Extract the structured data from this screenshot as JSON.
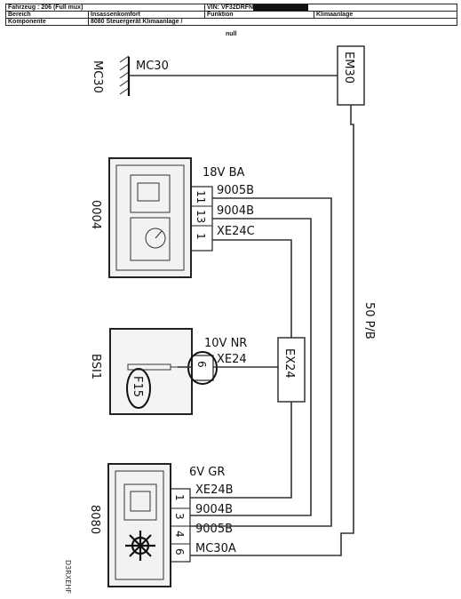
{
  "header": {
    "fahrzeug": "Fahrzeug : 206 (Full mux)",
    "vin": "VIN: VF32DRFN",
    "bereich_label": "Bereich",
    "bereich_value": "Insassenkomfort",
    "funktion_label": "Funktion",
    "funktion_value": "Klimaanlage",
    "komponente_label": "Komponente",
    "komponente_value": "8080 Steuergerät Klimaanlage /"
  },
  "null_label": "null",
  "ground": {
    "id": "MC30",
    "label": "MC30"
  },
  "splice_em30": "EM30",
  "splice_ex24": "EX24",
  "wire_color_main": "50 P/B",
  "component_0004": {
    "id": "0004",
    "connector": "18V BA",
    "pins": [
      "11",
      "13",
      "1"
    ],
    "wires": [
      "9005B",
      "9004B",
      "XE24C"
    ]
  },
  "component_bsi1": {
    "id": "BSI1",
    "fuse": "F15",
    "connector": "10V NR",
    "pin": "6",
    "wire": "XE24"
  },
  "component_8080": {
    "id": "8080",
    "connector": "6V GR",
    "pins": [
      "1",
      "3",
      "4",
      "6"
    ],
    "wires": [
      "XE24B",
      "9004B",
      "9005B",
      "MC30A"
    ]
  },
  "side_note": "D3RXEHF"
}
